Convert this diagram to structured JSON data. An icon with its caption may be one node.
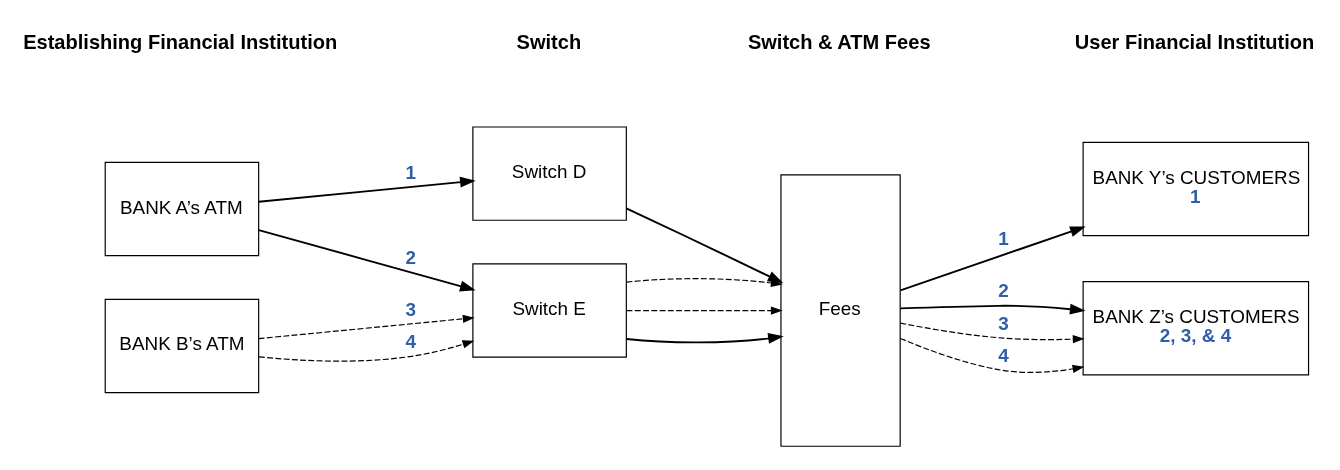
{
  "diagram": {
    "nodes": [
      {
        "text": [
          "BANK A’s ATM"
        ]
      },
      {
        "text": [
          "BANK B’s ATM"
        ]
      },
      {
        "text": [
          "Switch D"
        ]
      },
      {
        "text": [
          "Switch E"
        ]
      },
      {
        "text": [
          "Fees"
        ]
      },
      {
        "text": [
          "BANK Y’s CUSTOMERS",
          "1"
        ]
      },
      {
        "text": [
          "BANK Z’s CUSTOMERS",
          "2, 3, & 4"
        ]
      }
    ],
    "edges": [
      {
        "from": 0,
        "to": 2,
        "arrow": "to",
        "label": "1"
      },
      {
        "from": 0,
        "to": 3,
        "arrow": "to",
        "label": "2"
      },
      {
        "from": 1,
        "to": 3,
        "arrow": "to",
        "label": "3",
        "style": "dashed"
      },
      {
        "from": 1,
        "to": 3,
        "arrow": "to",
        "label": "4",
        "style": "dashed"
      },
      {
        "from": 2,
        "to": 4,
        "arrow": "to"
      },
      {
        "from": 3,
        "to": 4,
        "arrow": "to"
      },
      {
        "from": 3,
        "to": 4,
        "arrow": "to",
        "style": "dashed"
      },
      {
        "from": 3,
        "to": 4,
        "arrow": "to",
        "style": "dashed"
      },
      {
        "from": 4,
        "to": 5,
        "arrow": "to",
        "label": "1"
      },
      {
        "from": 4,
        "to": 6,
        "arrow": "to",
        "label": "2"
      },
      {
        "from": 4,
        "to": 6,
        "arrow": "to",
        "label": "3",
        "style": "dashed"
      },
      {
        "from": 4,
        "to": 6,
        "arrow": "to",
        "label": "4",
        "style": "dashed"
      }
    ],
    "labels": [
      "Establishing Financial Institution",
      "Switch",
      "Switch & ATM Fees",
      "User Financial Institution"
    ]
  }
}
